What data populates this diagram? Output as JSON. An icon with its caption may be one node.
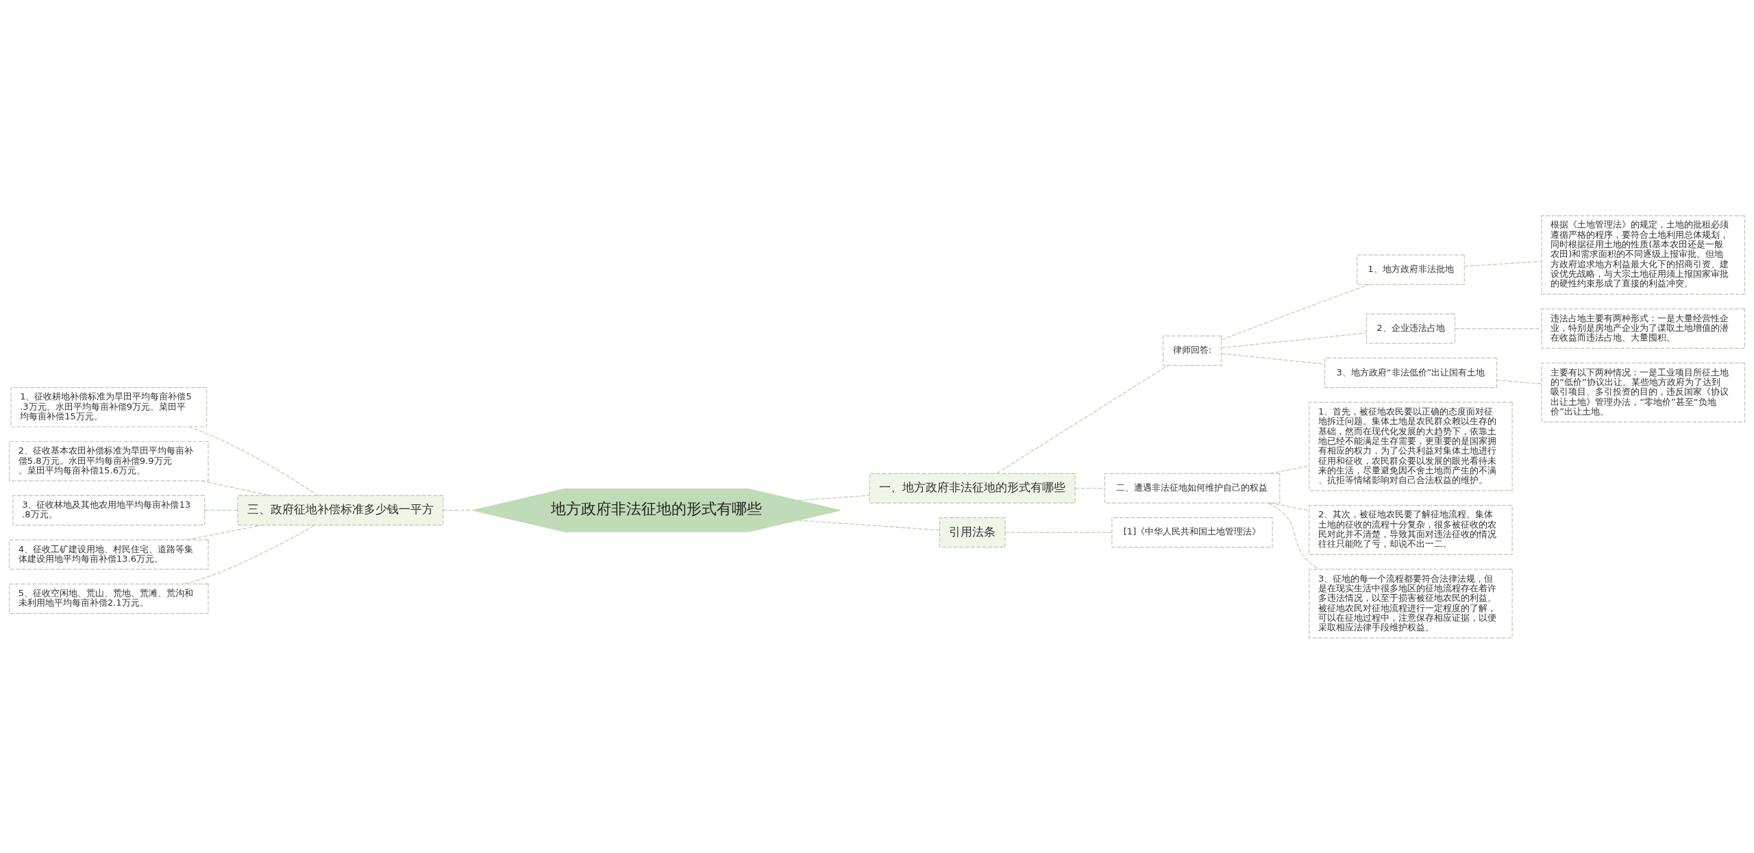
{
  "diagram": {
    "nodes": [
      {
        "text": [
          "地方政府非法征地的形式有哪些"
        ]
      },
      {
        "text": [
          "一、地方政府非法征地的形式有哪些"
        ]
      },
      {
        "text": [
          "律师回答:"
        ]
      },
      {
        "text": [
          "1、地方政府非法批地"
        ]
      },
      {
        "text": [
          "根据《土地管理法》的规定，土地的批租必须遵循严格的程序，要符合土地利用总体规划，同时根据征用土地的性质(基本农田还是一般农田)和需求面积的不同逐级上报审批。但地方政府追求地方利益最大化下的招商引资、建设优先战略，与大宗土地征用须上报国家审批的硬性约束形成了直接的利益冲突。"
        ]
      },
      {
        "text": [
          "2、企业违法占地"
        ]
      },
      {
        "text": [
          "违法占地主要有两种形式：一是大量经营性企业，特别是房地产企业为了谋取土地增值的潜在收益而违法占地、大量囤积。"
        ]
      },
      {
        "text": [
          "3、地方政府“非法低价”出让国有土地"
        ]
      },
      {
        "text": [
          "主要有以下两种情况：一是工业项目所征土地的“低价”协议出让。某些地方政府为了达到吸引项目、多引投资的目的，违反国家《协议出让土地》管理办法，“零地价”甚至“负地价”出让土地。"
        ]
      },
      {
        "text": [
          "二、遭遇非法征地如何维护自己的权益"
        ]
      },
      {
        "text": [
          "1、首先，被征地农民要以正确的态度面对征地拆迁问题。集体土地是农民群众赖以生存的基础，然而在现代化发展的大趋势下，依靠土地已经不能满足生存需要，更重要的是国家拥有相应的权力，为了公共利益对集体土地进行征用和征收，农民群众要以发展的眼光看待未来的生活，尽量避免因不舍土地而产生的不满、抗拒等情绪影响对自己合法权益的维护。"
        ]
      },
      {
        "text": [
          "2、其次，被征地农民要了解征地流程。集体土地的征收的流程十分复杂，很多被征收的农民对此并不清楚，导致其面对违法征收的情况往往只能吃了亏，却说不出一二。"
        ]
      },
      {
        "text": [
          "3、征地的每一个流程都要符合法律法规，但是在现实生活中很多地区的征地流程存在着许多违法情况，以至于损害被征地农民的利益。被征地农民对征地流程进行一定程度的了解，可以在征地过程中，注意保存相应证据，以便采取相应法律手段维护权益。"
        ]
      },
      {
        "text": [
          "引用法条"
        ]
      },
      {
        "text": [
          "[1]《中华人民共和国土地管理法》"
        ]
      },
      {
        "text": [
          "三、政府征地补偿标准多少钱一平方"
        ]
      },
      {
        "text": [
          "1、征收耕地补偿标准为旱田平均每亩补偿5.3万元。水田平均每亩补偿9万元。菜田平均每亩补偿15万元。"
        ]
      },
      {
        "text": [
          "2、征收基本农田补偿标准为旱田平均每亩补偿5.8万元。水田平均每亩补偿9.9万元。菜田平均每亩补偿15.6万元。"
        ]
      },
      {
        "text": [
          "3、征收林地及其他农用地平均每亩补偿13.8万元。"
        ]
      },
      {
        "text": [
          "4、征收工矿建设用地、村民住宅、道路等集体建设用地平均每亩补偿13.6万元。"
        ]
      },
      {
        "text": [
          "5、征收空闲地、荒山、荒地、荒滩、荒沟和未利用地平均每亩补偿2.1万元。"
        ]
      }
    ],
    "edges": [
      {
        "from": 0,
        "to": 1,
        "arrow": "none"
      },
      {
        "from": 1,
        "to": 2,
        "arrow": "none"
      },
      {
        "from": 2,
        "to": 3,
        "arrow": "none"
      },
      {
        "from": 3,
        "to": 4,
        "arrow": "none"
      },
      {
        "from": 2,
        "to": 5,
        "arrow": "none"
      },
      {
        "from": 5,
        "to": 6,
        "arrow": "none"
      },
      {
        "from": 2,
        "to": 7,
        "arrow": "none"
      },
      {
        "from": 7,
        "to": 8,
        "arrow": "none"
      },
      {
        "from": 1,
        "to": 9,
        "arrow": "none"
      },
      {
        "from": 9,
        "to": 10,
        "arrow": "none"
      },
      {
        "from": 9,
        "to": 11,
        "arrow": "none"
      },
      {
        "from": 9,
        "to": 12,
        "arrow": "none"
      },
      {
        "from": 0,
        "to": 13,
        "arrow": "none"
      },
      {
        "from": 13,
        "to": 14,
        "arrow": "none"
      },
      {
        "from": 0,
        "to": 15,
        "arrow": "none"
      },
      {
        "from": 15,
        "to": 16,
        "arrow": "none"
      },
      {
        "from": 15,
        "to": 17,
        "arrow": "none"
      },
      {
        "from": 15,
        "to": 18,
        "arrow": "none"
      },
      {
        "from": 15,
        "to": 19,
        "arrow": "none"
      },
      {
        "from": 15,
        "to": 20,
        "arrow": "none"
      }
    ]
  }
}
